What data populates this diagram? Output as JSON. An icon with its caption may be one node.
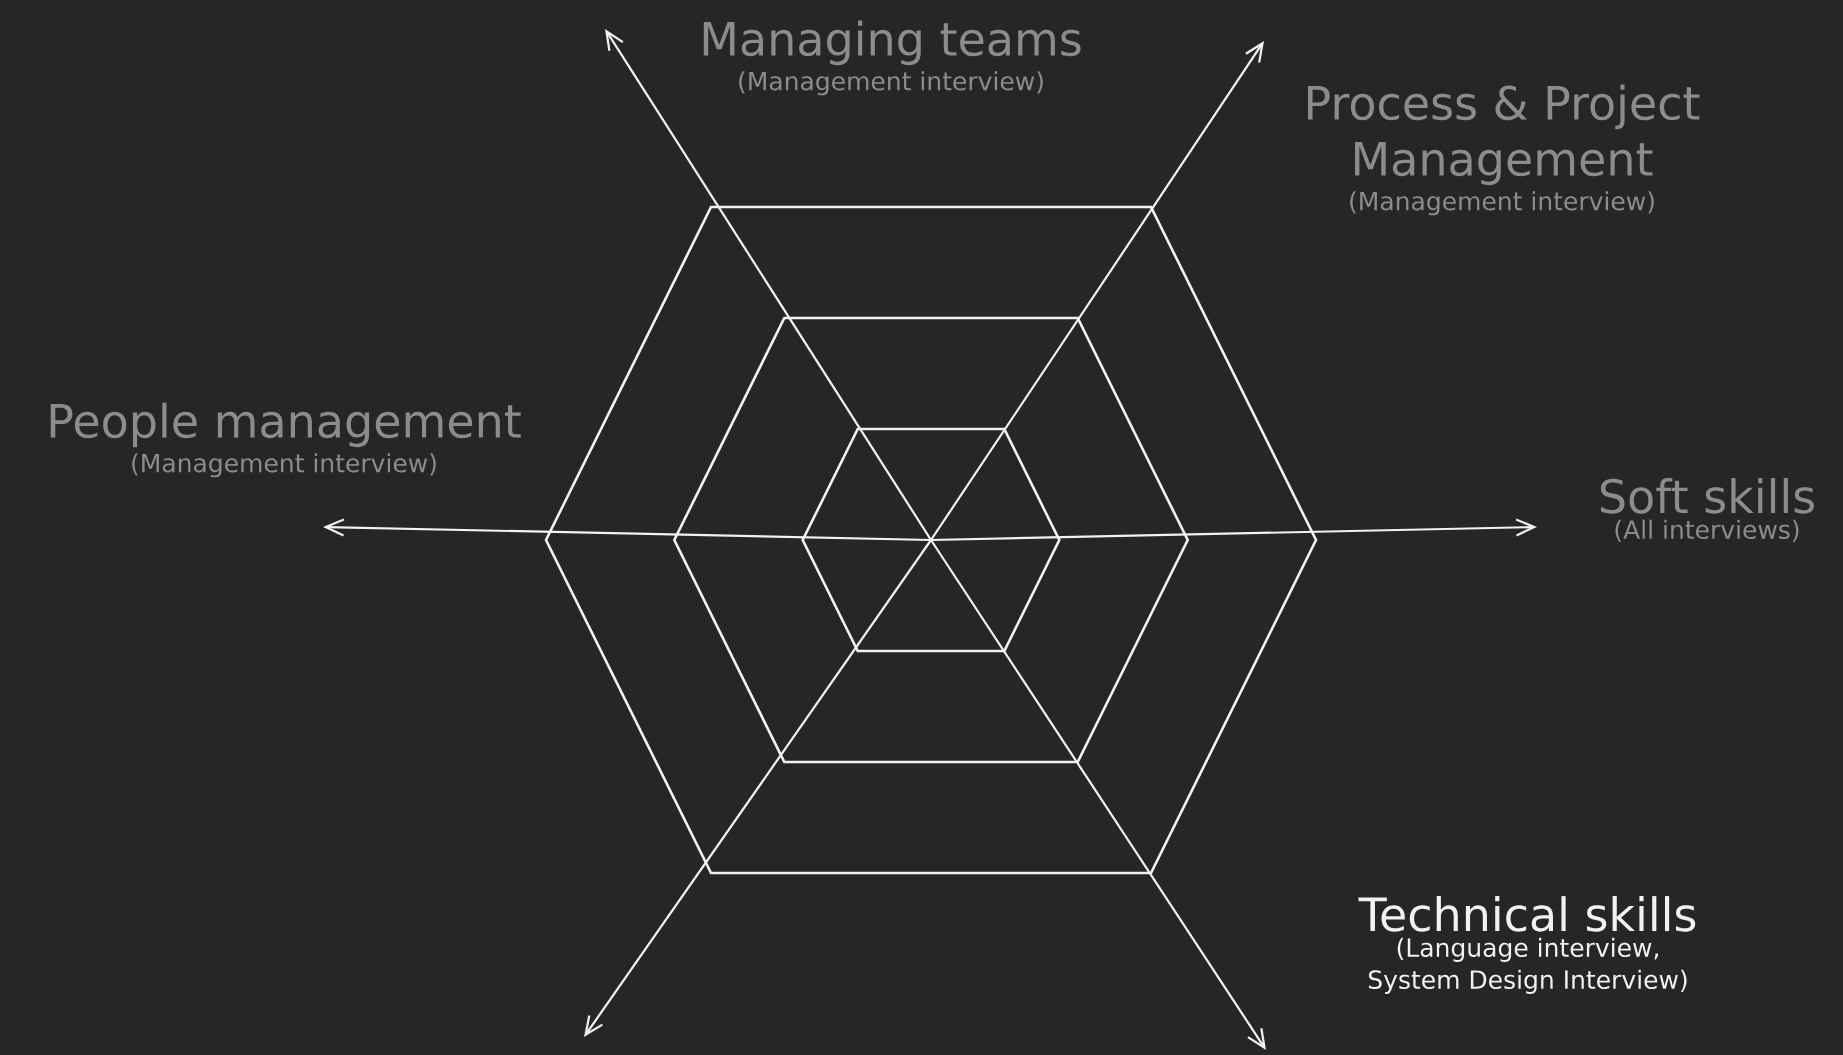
{
  "diagram": {
    "nodes": [
      {
        "text": [
          "Managing teams",
          "(Management interview)"
        ]
      },
      {
        "text": [
          "Process & Project Management",
          "(Management interview)"
        ]
      },
      {
        "text": [
          "People management",
          "(Management interview)"
        ]
      },
      {
        "text": [
          "Soft skills",
          "(All interviews)"
        ]
      },
      {
        "text": [
          "Technical skills",
          "(Language interview, System Design Interview)"
        ]
      }
    ]
  }
}
